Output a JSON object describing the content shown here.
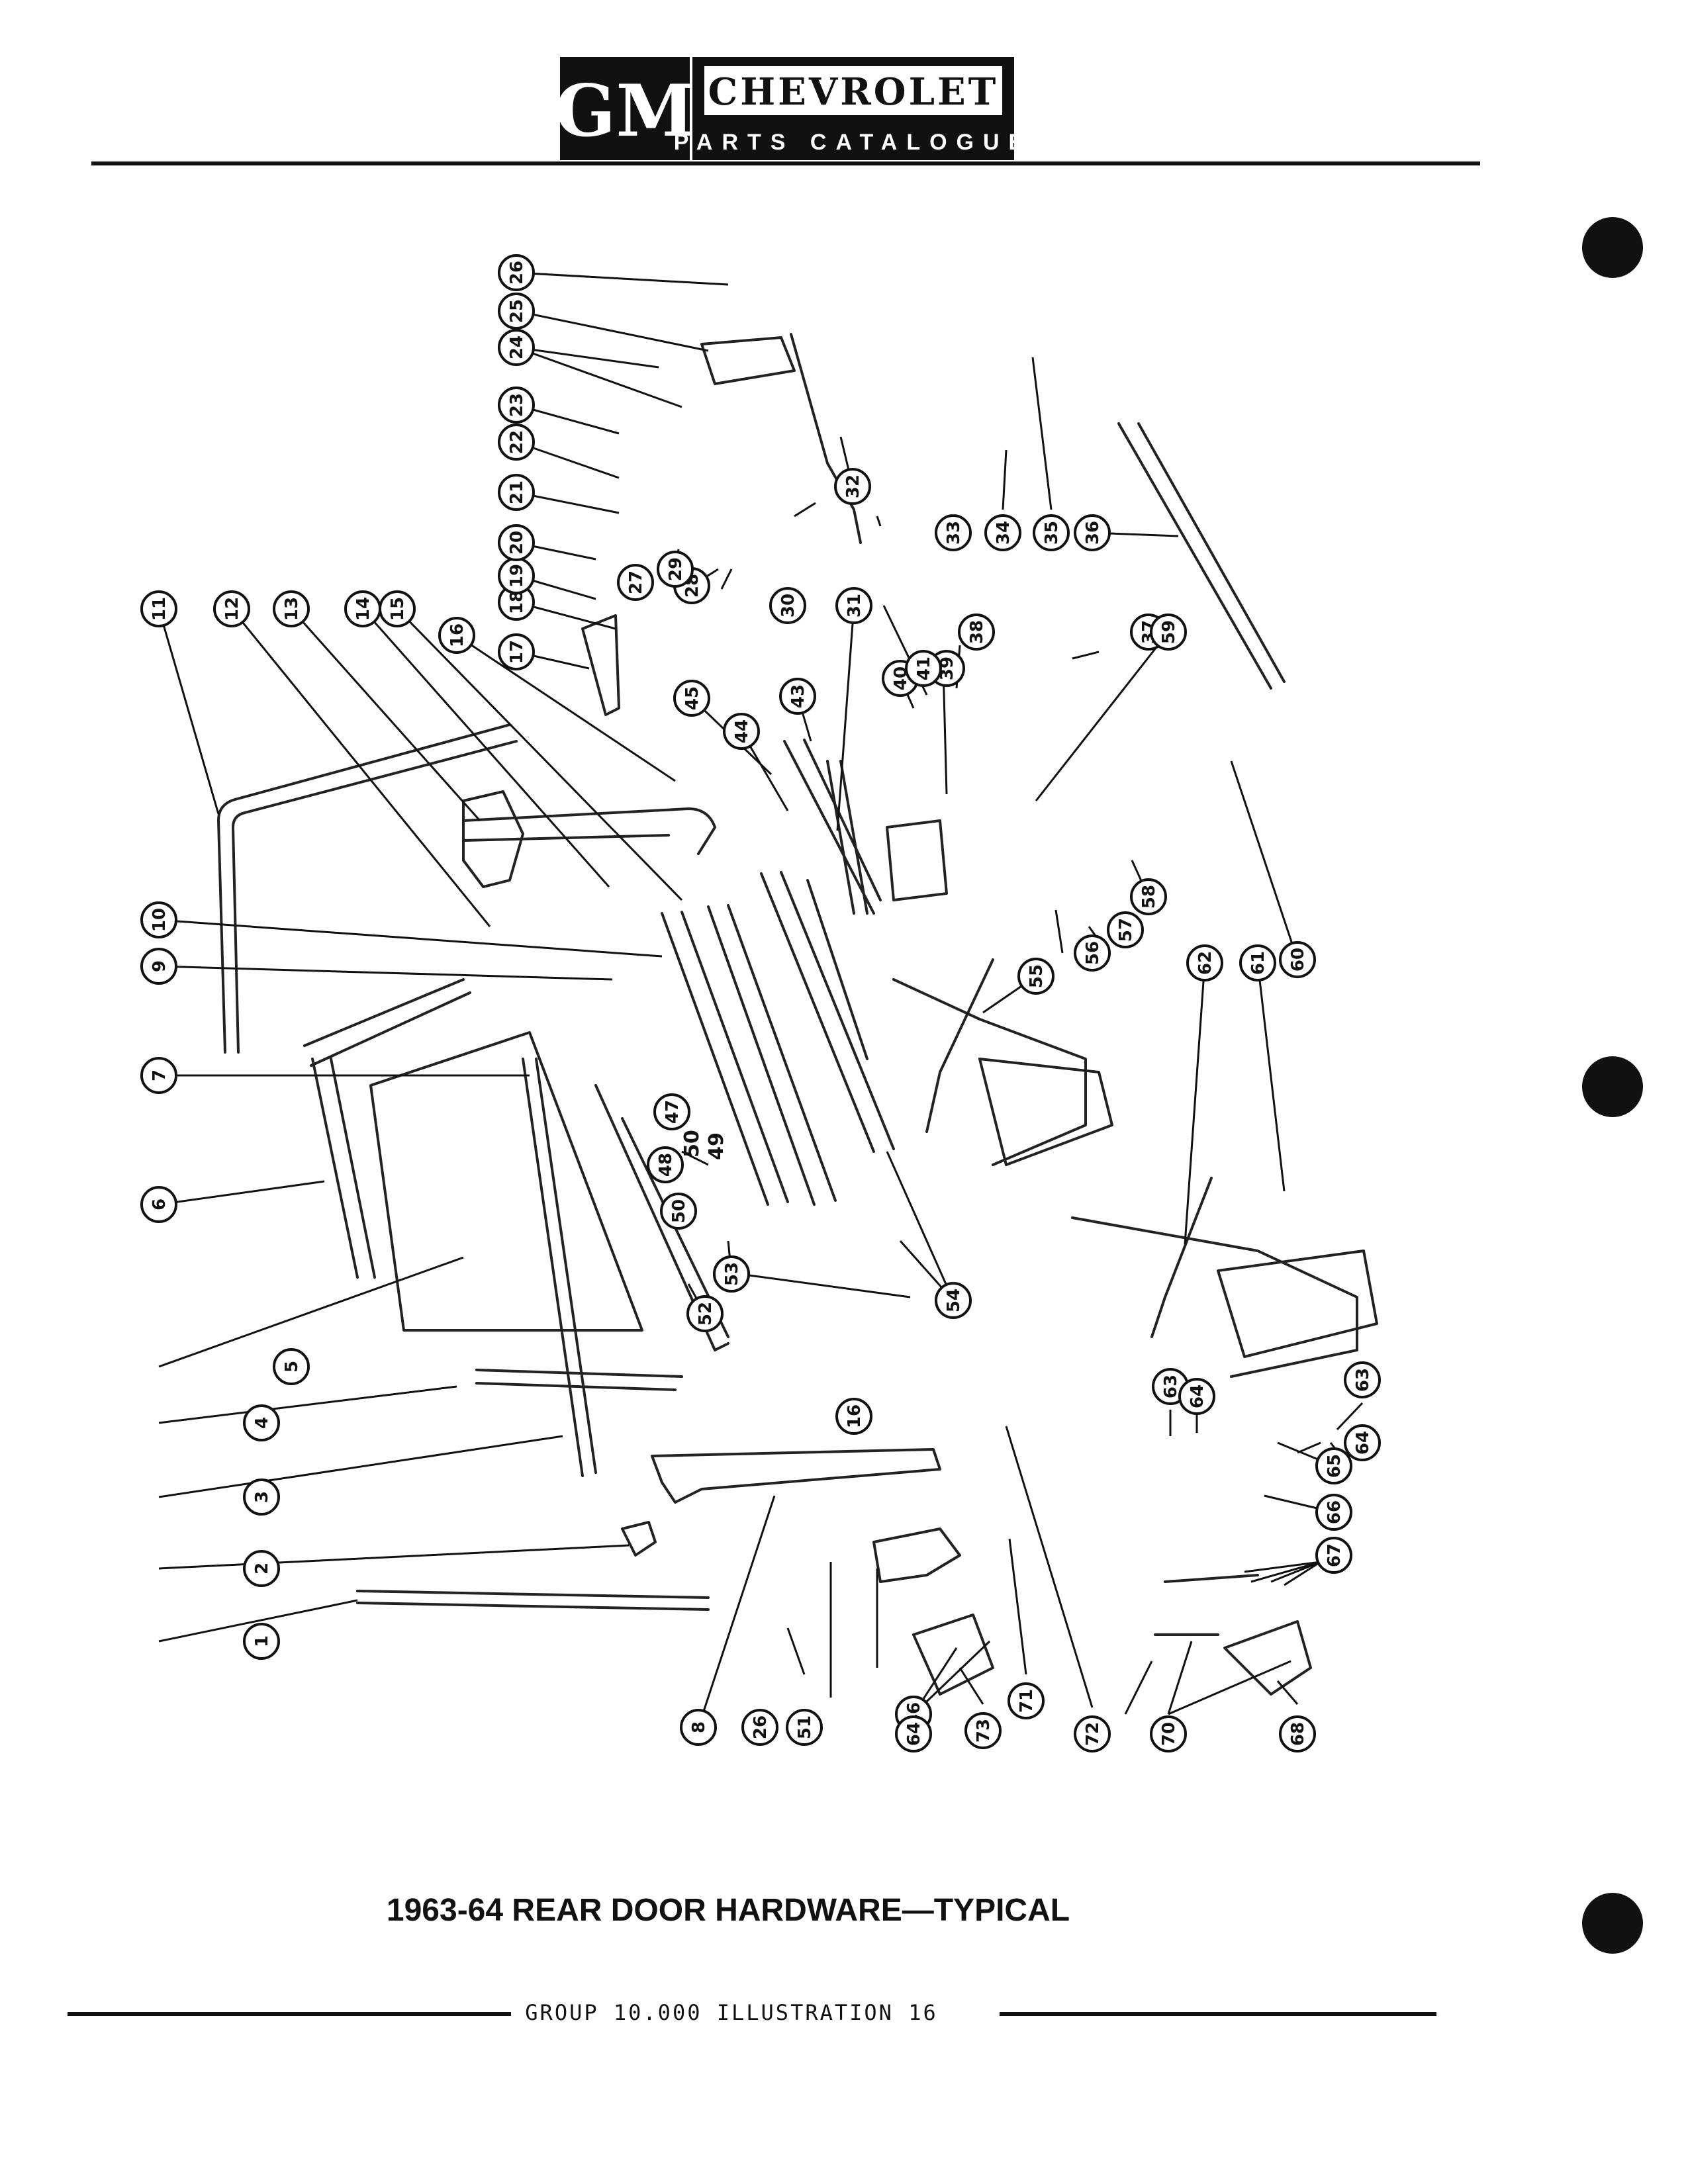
{
  "header": {
    "logo": "GM",
    "brand": "CHEVROLET",
    "subtitle": "PARTS CATALOGUE"
  },
  "caption": "1963-64 REAR DOOR HARDWARE—TYPICAL",
  "footer": "GROUP 10.000 ILLUSTRATION 16",
  "callouts": [
    "1",
    "2",
    "3",
    "4",
    "5",
    "6",
    "7",
    "8",
    "9",
    "10",
    "11",
    "12",
    "13",
    "14",
    "15",
    "16",
    "16",
    "17",
    "18",
    "19",
    "20",
    "21",
    "22",
    "23",
    "24",
    "25",
    "26",
    "26",
    "27",
    "28",
    "29",
    "30",
    "31",
    "32",
    "33",
    "34",
    "35",
    "36",
    "37",
    "38",
    "39",
    "40",
    "41",
    "43",
    "44",
    "45",
    "46",
    "47",
    "48",
    "49",
    "50",
    "51",
    "52",
    "53",
    "54",
    "55",
    "56",
    "57",
    "58",
    "59",
    "60",
    "61",
    "62",
    "63",
    "63",
    "64",
    "64",
    "64",
    "65",
    "66",
    "67",
    "68",
    "70",
    "71",
    "72",
    "73"
  ],
  "loose_labels": [
    "50",
    "49"
  ]
}
